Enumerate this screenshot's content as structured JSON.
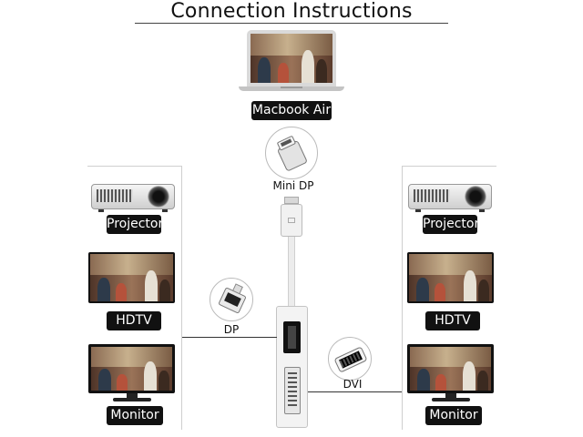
{
  "title": "Connection Instructions",
  "source_device": "Macbook Air",
  "input_port": "Mini DP",
  "left_devices": [
    "Projector",
    "HDTV",
    "Monitor"
  ],
  "right_devices": [
    "Projector",
    "HDTV",
    "Monitor"
  ],
  "port_dp": "DP",
  "port_dvi": "DVI",
  "colors": {
    "pill_bg": "#111111",
    "pill_text": "#ffffff",
    "line": "#333333"
  },
  "icons": [
    "laptop-icon",
    "mini-dp-plug-icon",
    "projector-icon",
    "tv-icon",
    "monitor-icon",
    "dp-plug-icon",
    "dvi-plug-icon",
    "adapter-icon"
  ]
}
